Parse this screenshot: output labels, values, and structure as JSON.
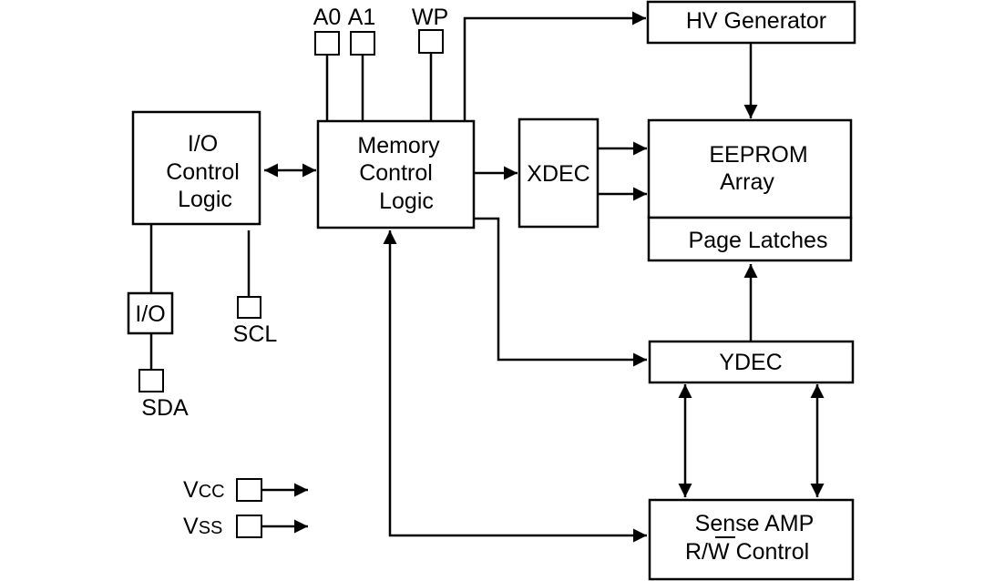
{
  "blocks": {
    "io_control": [
      "I/O",
      "Control",
      "Logic"
    ],
    "memory_control": [
      "Memory",
      "Control",
      "Logic"
    ],
    "xdec": "XDEC",
    "hv_generator": "HV Generator",
    "eeprom_array": [
      "EEPROM",
      "Array"
    ],
    "page_latches": "Page Latches",
    "ydec": "YDEC",
    "sense_amp": [
      "Sense AMP",
      "Control"
    ],
    "rw_r": "R/",
    "rw_w": "W",
    "io_buffer": "I/O"
  },
  "pins": {
    "a0": "A0",
    "a1": "A1",
    "wp": "WP",
    "scl": "SCL",
    "sda": "SDA",
    "vcc_v": "V",
    "vcc_sub": "CC",
    "vss_v": "V",
    "vss_sub": "SS"
  }
}
